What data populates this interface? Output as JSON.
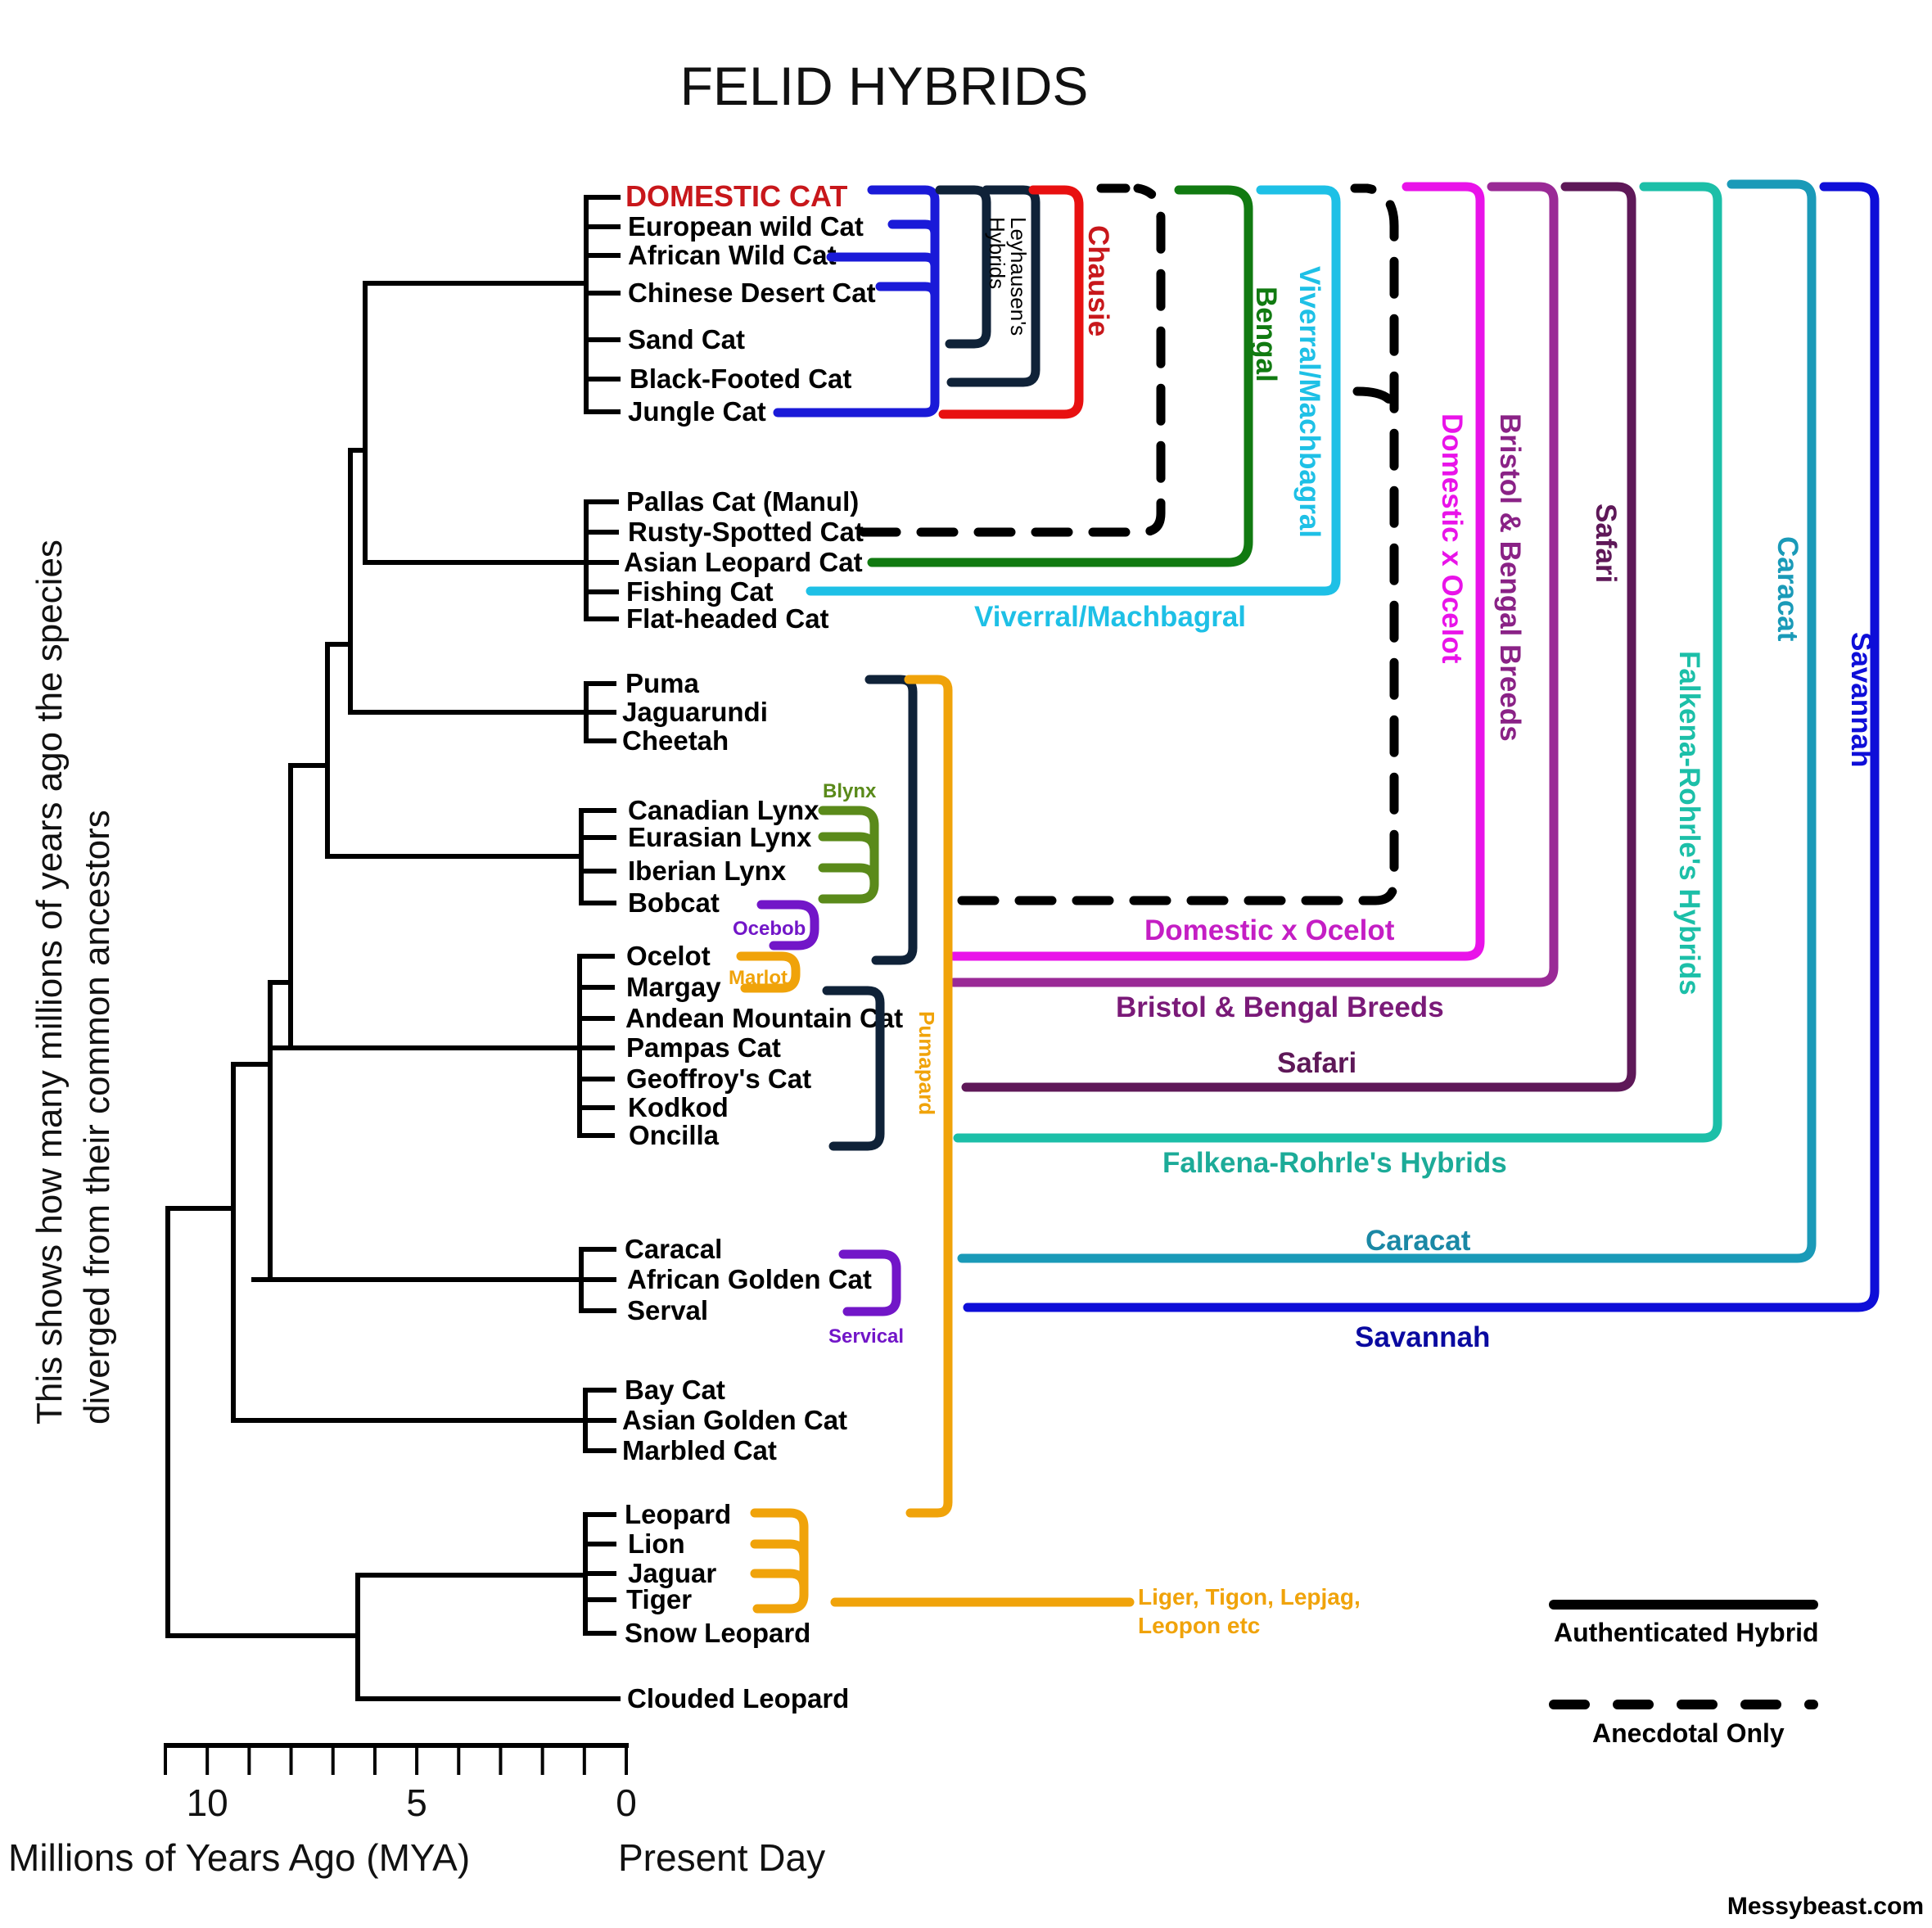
{
  "title": "FELID HYBRIDS",
  "y_caption_line1": "This shows how many millions of years ago the species",
  "y_caption_line2": "diverged from their common ancestors",
  "axis": {
    "label": "Millions of Years Ago (MYA)",
    "present_label": "Present Day",
    "range_mya": [
      11,
      0
    ],
    "ticks": [
      11,
      10,
      9,
      8,
      7,
      6,
      5,
      4,
      3,
      2,
      1,
      0
    ],
    "tick_labels": [
      {
        "value": 10,
        "text": "10"
      },
      {
        "value": 5,
        "text": "5"
      },
      {
        "value": 0,
        "text": "0"
      }
    ]
  },
  "colors": {
    "tree": "#000000",
    "domestic_cat": "#c8171b",
    "chausie": "#e81010",
    "leyhausen": "#0f2238",
    "domestic_blue": "#1a1ad8",
    "bengal": "#117a11",
    "viverral": "#1ec0e6",
    "domestic_x_ocelot": "#e913e9",
    "bristol_bengal": "#9a2a96",
    "safari": "#5e1858",
    "falkena": "#1cbfa8",
    "caracat": "#1a9ab8",
    "savannah": "#0e0ed8",
    "pumapard": "#f0a30a",
    "blynx": "#5a8a1a",
    "ocebob": "#7216c8",
    "marlot": "#f0a30a",
    "servical": "#7216c8",
    "pantherine": "#f0a30a",
    "anecdotal": "#000000"
  },
  "clades": [
    {
      "name": "domestic-lineage",
      "species": [
        "DOMESTIC CAT",
        "European wild Cat",
        "African Wild Cat",
        "Chinese Desert Cat",
        "Sand Cat",
        "Black-Footed Cat",
        "Jungle Cat"
      ]
    },
    {
      "name": "leopard-cat-lineage",
      "species": [
        "Pallas Cat (Manul)",
        "Rusty-Spotted Cat",
        "Asian Leopard Cat",
        "Fishing Cat",
        "Flat-headed Cat"
      ]
    },
    {
      "name": "puma-lineage",
      "species": [
        "Puma",
        "Jaguarundi",
        "Cheetah"
      ]
    },
    {
      "name": "lynx-lineage",
      "species": [
        "Canadian Lynx",
        "Eurasian Lynx",
        "Iberian Lynx",
        "Bobcat"
      ]
    },
    {
      "name": "ocelot-lineage",
      "species": [
        "Ocelot",
        "Margay",
        "Andean Mountain Cat",
        "Pampas Cat",
        "Geoffroy's Cat",
        "Kodkod",
        "Oncilla"
      ]
    },
    {
      "name": "caracal-lineage",
      "species": [
        "Caracal",
        "African Golden Cat",
        "Serval"
      ]
    },
    {
      "name": "bay-cat-lineage",
      "species": [
        "Bay Cat",
        "Asian Golden Cat",
        "Marbled Cat"
      ]
    },
    {
      "name": "panthera-lineage",
      "species": [
        "Leopard",
        "Lion",
        "Jaguar",
        "Tiger",
        "Snow Leopard"
      ]
    },
    {
      "name": "clouded-leopard",
      "species": [
        "Clouded Leopard"
      ]
    }
  ],
  "hybrids": {
    "leyhausen": "Leyhausen's",
    "leyhausen2": "Hybrids",
    "chausie": "Chausie",
    "bengal": "Bengal",
    "viverral_vertical": "Viverral/Machbagral",
    "viverral_horizontal": "Viverral/Machbagral",
    "domestic_x_ocelot_vertical": "Domestic x Ocelot",
    "domestic_x_ocelot_horizontal": "Domestic x Ocelot",
    "bristol_vertical": "Bristol & Bengal Breeds",
    "bristol_horizontal": "Bristol & Bengal Breeds",
    "safari_vertical": "Safari",
    "safari_horizontal": "Safari",
    "falkena_vertical": "Falkena-Rohrle's Hybrids",
    "falkena_horizontal": "Falkena-Rohrle's Hybrids",
    "caracat_vertical": "Caracat",
    "caracat_horizontal": "Caracat",
    "savannah_vertical": "Savannah",
    "savannah_horizontal": "Savannah",
    "pumapard": "Pumapard",
    "blynx": "Blynx",
    "ocebob": "Ocebob",
    "marlot": "Marlot",
    "servical": "Servical",
    "pantherine_line1": "Liger, Tigon, Lepjag,",
    "pantherine_line2": "Leopon etc"
  },
  "legend": {
    "authenticated": "Authenticated Hybrid",
    "anecdotal": "Anecdotal Only"
  },
  "credit": "Messybeast.com"
}
